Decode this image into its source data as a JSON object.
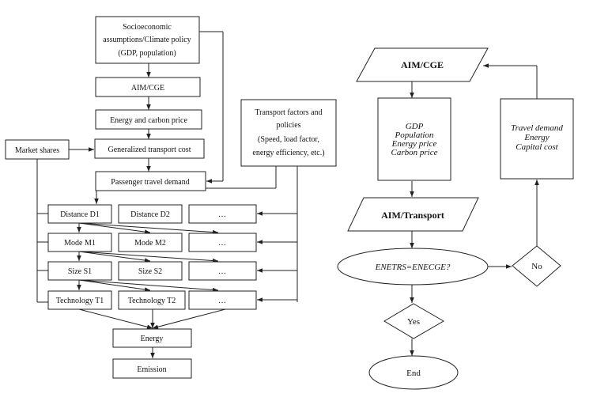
{
  "left": {
    "socio": [
      "Socioeconomic",
      "assumptions/Climate policy",
      "(GDP, population)"
    ],
    "aimcge": "AIM/CGE",
    "energy_carbon": "Energy and carbon price",
    "gen_cost": "Generalized transport cost",
    "market_shares": "Market shares",
    "transport_factors": [
      "Transport factors and",
      "policies",
      "(Speed, load factor,",
      "energy efficiency, etc.)"
    ],
    "passenger": "Passenger travel demand",
    "d1": "Distance D1",
    "d2": "Distance D2",
    "m1": "Mode M1",
    "m2": "Mode M2",
    "s1": "Size S1",
    "s2": "Size S2",
    "t1": "Technology T1",
    "t2": "Technology T2",
    "ellipsis": "…",
    "energy": "Energy",
    "emission": "Emission"
  },
  "right": {
    "aimcge": "AIM/CGE",
    "outputs": [
      "GDP",
      "Population",
      "Energy price",
      "Carbon price"
    ],
    "aimtransport": "AIM/Transport",
    "condition": "ENETRS=ENECGE?",
    "no": "No",
    "yes": "Yes",
    "end": "End",
    "feedback": [
      "Travel demand",
      "Energy",
      "Capital cost"
    ]
  }
}
